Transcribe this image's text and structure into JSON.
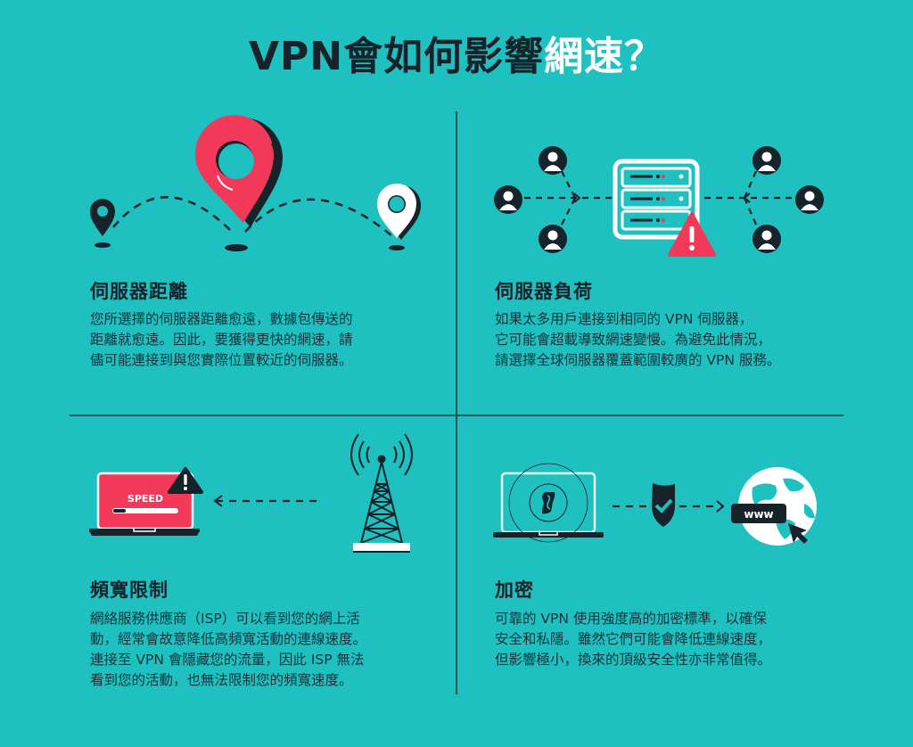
{
  "title": {
    "main": "VPN會如何影響",
    "accent": "網速？"
  },
  "colors": {
    "background": "#1fc0c0",
    "dark": "#16232a",
    "red": "#f2395a",
    "white": "#ffffff",
    "divider": "#14545f"
  },
  "sections": [
    {
      "id": "server-distance",
      "heading": "伺服器距離",
      "body_lines": [
        "您所選擇的伺服器距離愈遠，數據包傳送的",
        "距離就愈遠。因此，要獲得更快的網速，請",
        "儘可能連接到與您實際位置較近的伺服器。"
      ],
      "illustration": "location-pins-connected-by-dashed-arcs"
    },
    {
      "id": "server-load",
      "heading": "伺服器負荷",
      "body_lines": [
        "如果太多用戶連接到相同的 VPN 伺服器，",
        "它可能會超載導致網速變慢。為避免此情況，",
        "請選擇全球伺服器覆蓋範圍較廣的 VPN 服務。"
      ],
      "illustration": "many-users-connecting-to-overloaded-server"
    },
    {
      "id": "bandwidth-throttling",
      "heading": "頻寬限制",
      "body_lines": [
        "網絡服務供應商（ISP）可以看到您的網上活",
        "動，經常會故意降低高頻寬活動的連線速度。",
        "連接至 VPN 會隱藏您的流量，因此 ISP 無法",
        "看到您的活動，也無法限制您的頻寬速度。"
      ],
      "illustration": "cell-tower-to-slow-laptop",
      "laptop_label": "SPEED"
    },
    {
      "id": "encryption",
      "heading": "加密",
      "body_lines": [
        "可靠的 VPN 使用強度高的加密標準，以確保",
        "安全和私隱。雖然它們可能會降低連線速度，",
        "但影響極小，換來的頂級安全性亦非常值得。"
      ],
      "illustration": "vpn-laptop-shield-globe",
      "globe_label": "www"
    }
  ]
}
